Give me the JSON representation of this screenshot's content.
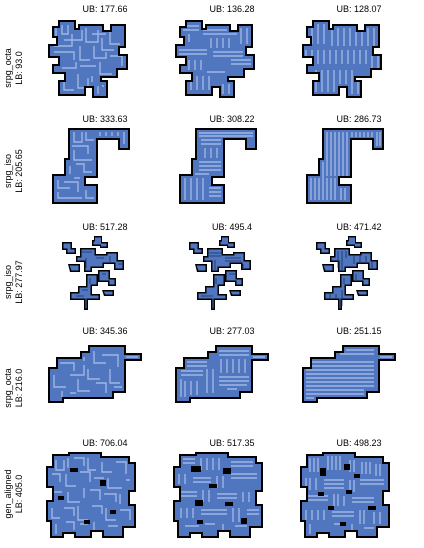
{
  "rows": [
    {
      "label_top": "srpg_octa",
      "label_bottom": "LB: 93.0",
      "panels": [
        {
          "title": "UB: 177.66"
        },
        {
          "title": "UB: 136.28"
        },
        {
          "title": "UB: 128.07"
        }
      ]
    },
    {
      "label_top": "srpg_iso",
      "label_bottom": "LB: 205.65",
      "panels": [
        {
          "title": "UB: 333.63"
        },
        {
          "title": "UB: 308.22"
        },
        {
          "title": "UB: 286.73"
        }
      ]
    },
    {
      "label_top": "srpg_iso",
      "label_bottom": "LB: 277.97",
      "panels": [
        {
          "title": "UB: 517.28"
        },
        {
          "title": "UB: 495.4"
        },
        {
          "title": "UB: 471.42"
        }
      ]
    },
    {
      "label_top": "srpg_octa",
      "label_bottom": "LB: 216.0",
      "panels": [
        {
          "title": "UB: 345.36"
        },
        {
          "title": "UB: 277.03"
        },
        {
          "title": "UB: 251.15"
        }
      ]
    },
    {
      "label_top": "gen_aligned",
      "label_bottom": "LB: 405.0",
      "panels": [
        {
          "title": "UB: 706.04"
        },
        {
          "title": "UB: 517.35"
        },
        {
          "title": "UB: 498.23"
        }
      ]
    }
  ],
  "colors": {
    "fill": "#4f76bf",
    "tour_line": "#1b2f5e",
    "boundary": "#000000",
    "hatch": "#9fb6e3"
  }
}
